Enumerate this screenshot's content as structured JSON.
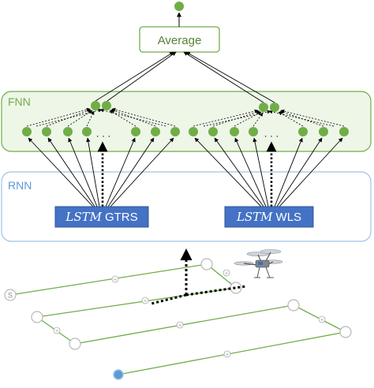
{
  "output_node": {
    "color": "#70AD47"
  },
  "average_box": {
    "label": "Average",
    "border_color": "#70AD47",
    "text_color": "#548235"
  },
  "fnn_panel": {
    "label": "FNN",
    "border_color": "#70AD47",
    "fill": "#EEF6E8",
    "label_color": "#70AD47"
  },
  "rnn_panel": {
    "label": "RNN",
    "border_color": "#9DC3E6",
    "label_color": "#5B9BD5"
  },
  "lstm_blocks": [
    {
      "italic": "LSTM",
      "suffix": "GTRS",
      "fill": "#4472C4",
      "text_color": "#ffffff"
    },
    {
      "italic": "LSTM",
      "suffix": "WLS",
      "fill": "#4472C4",
      "text_color": "#ffffff"
    }
  ],
  "ellipsis": "· · ·",
  "start_marker": "S",
  "waypoint_marker": "+",
  "path_color": "#70AD47",
  "end_node_color": "#5B9BD5",
  "drone_icon": "quadcopter-drone-icon"
}
